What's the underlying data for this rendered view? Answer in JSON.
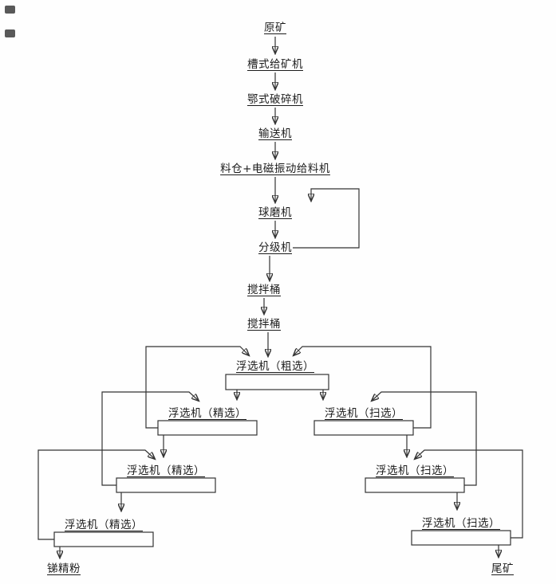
{
  "diagram": {
    "type": "flowchart",
    "nodes": {
      "raw_ore": "原矿",
      "trough_feeder": "槽式给矿机",
      "jaw_crusher": "鄂式破碎机",
      "conveyor": "输送机",
      "bin_feeder": "料仓+电磁振动给料机",
      "ball_mill": "球磨机",
      "classifier": "分级机",
      "agitator_1": "搅拌桶",
      "agitator_2": "搅拌桶",
      "rougher": "浮选机（粗选）",
      "cleaner_1": "浮选机（精选）",
      "cleaner_2": "浮选机（精选）",
      "cleaner_3": "浮选机（精选）",
      "scavenger_1": "浮选机（扫选）",
      "scavenger_2": "浮选机（扫选）",
      "scavenger_3": "浮选机（扫选）",
      "concentrate": "锑精粉",
      "tailings": "尾矿"
    },
    "colors": {
      "line": "#333333",
      "text": "#1c1c1c",
      "background": "#ffffff"
    }
  }
}
